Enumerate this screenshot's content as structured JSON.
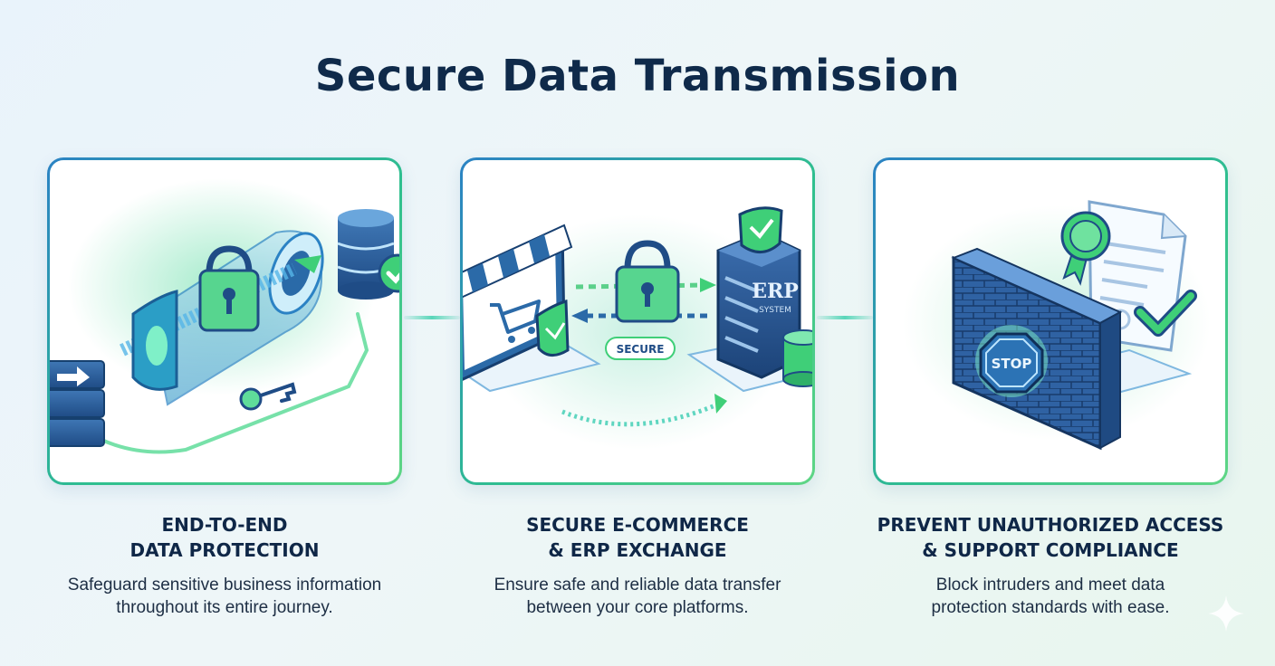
{
  "title": "Secure Data Transmission",
  "panels": [
    {
      "heading_lines": [
        "END-TO-END",
        "DATA PROTECTION"
      ],
      "description_lines": [
        "Safeguard sensitive business information",
        "throughout its entire journey."
      ]
    },
    {
      "heading_lines": [
        "SECURE E-COMMERCE",
        "& ERP EXCHANGE"
      ],
      "description_lines": [
        "Ensure safe and reliable data transfer",
        "between your core platforms."
      ],
      "badge": "SECURE",
      "erp_label": "ERP",
      "erp_sublabel": "SYSTEM"
    },
    {
      "heading_lines": [
        "PREVENT UNAUTHORIZED ACCESS",
        "& SUPPORT COMPLIANCE"
      ],
      "description_lines": [
        "Block intruders and meet data",
        "protection standards with ease."
      ],
      "stop_sign": "STOP"
    }
  ],
  "colors": {
    "navy": "#0f2a4a",
    "blue": "#2b82c4",
    "green": "#2fbf6f",
    "teal": "#3fcfb0"
  },
  "icons": [
    "server-icon",
    "encrypted-tunnel-icon",
    "padlock-icon",
    "shield-icon",
    "database-icon",
    "checkmark-icon",
    "key-icon",
    "storefront-icon",
    "shopping-cart-icon",
    "arrows-icon",
    "erp-server-icon",
    "firewall-wall-icon",
    "stop-sign-icon",
    "certificate-icon",
    "award-ribbon-icon",
    "sparkle-icon"
  ]
}
